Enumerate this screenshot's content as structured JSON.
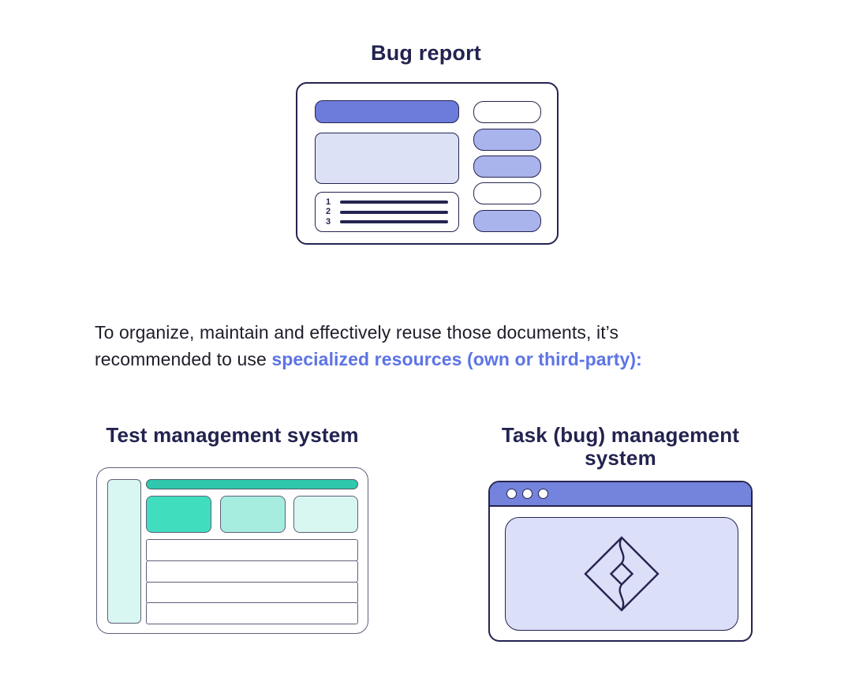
{
  "bug_report": {
    "title": "Bug report",
    "steps": [
      "1",
      "2",
      "3"
    ],
    "colors": {
      "outline": "#252450",
      "title_bar": "#6d7bdb",
      "description_box": "#dce1f6",
      "pill_fill": "#a9b3ec",
      "pill_pattern": [
        "white",
        "fill",
        "fill",
        "white",
        "fill"
      ]
    }
  },
  "paragraph": {
    "line1": "To organize, maintain and effectively reuse those documents, it’s",
    "line2_prefix": "recommended to use ",
    "line2_highlight": "specialized resources (own or third-party):",
    "highlight_color": "#5d74e5",
    "text_color": "#1e1e2b"
  },
  "test_management": {
    "title": "Test management system",
    "colors": {
      "outline": "#60607a",
      "top_bar": "#2fc8ad",
      "tile_1": "#40debf",
      "tile_2": "#a6ecdf",
      "tile_3": "#d9f7f1",
      "sidebar": "#d9f7f2"
    },
    "table_row_count": 4
  },
  "task_management": {
    "title_line1": "Task (bug) management",
    "title_line2": "system",
    "colors": {
      "outline": "#252450",
      "header_bar": "#7483dc",
      "content_panel": "#dbdff7"
    },
    "window_dot_count": 3,
    "logo": "jira-diamond-icon"
  }
}
